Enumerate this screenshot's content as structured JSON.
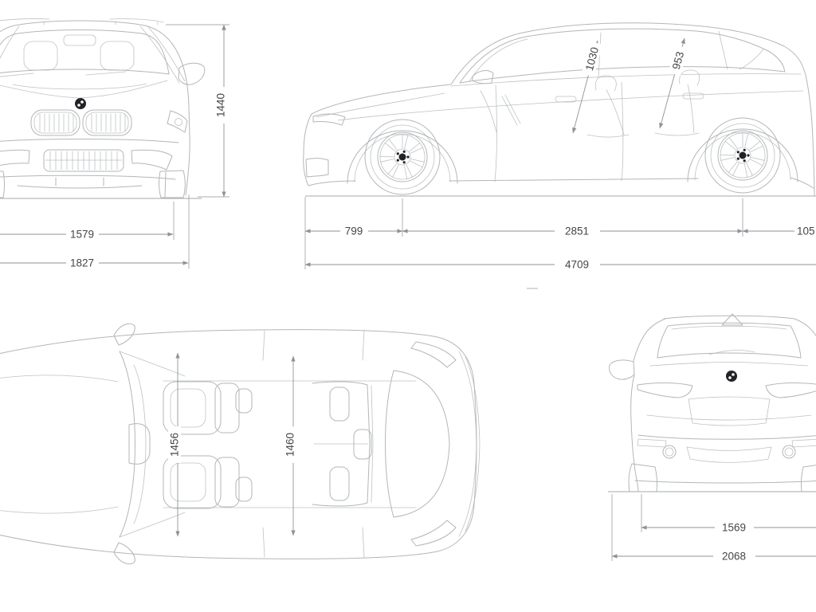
{
  "colors": {
    "background": "#ffffff",
    "artwork_line": "#b3b6b9",
    "dimension_line": "#8f9296",
    "dimension_text": "#43464a",
    "badge_fill": "#222326"
  },
  "views": {
    "front": {
      "label": "front-view",
      "dimensions": {
        "height": "1440",
        "track_width": "1579",
        "overall_width": "1827"
      }
    },
    "side": {
      "label": "side-view",
      "dimensions": {
        "front_headroom": "1030",
        "rear_headroom": "953",
        "front_overhang": "799",
        "wheelbase": "2851",
        "rear_overhang_truncated": "105",
        "overall_length": "4709"
      }
    },
    "top": {
      "label": "top-view",
      "dimensions": {
        "front_shoulder_width": "1456",
        "rear_shoulder_width": "1460"
      }
    },
    "rear": {
      "label": "rear-view",
      "dimensions": {
        "rear_track_width": "1569",
        "width_incl_mirrors": "2068"
      }
    }
  },
  "icons": {
    "brand_badge": "dark-roundel-circle"
  }
}
